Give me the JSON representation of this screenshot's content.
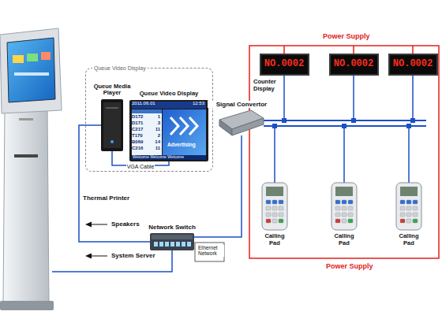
{
  "diagram": {
    "nodes": [
      {
        "text": [
          "Queue Video Display"
        ]
      },
      {
        "text": [
          "Queue Media Player"
        ],
        "in": 0
      },
      {
        "text": [
          "Queue Video Display"
        ],
        "in": 0
      },
      {
        "text": [
          "Network Switch"
        ]
      },
      {
        "text": [
          "Signal Convertor"
        ]
      },
      {
        "text": [
          "NO.0002"
        ]
      },
      {
        "text": [
          "NO.0002"
        ]
      },
      {
        "text": [
          "NO.0002"
        ]
      },
      {
        "text": [
          "Calling Pad"
        ]
      },
      {
        "text": [
          "Calling Pad"
        ]
      },
      {
        "text": [
          "Calling Pad"
        ]
      }
    ],
    "edges": [
      {
        "from": 1,
        "to": 2,
        "label": "VGA Cable",
        "arrow": "none"
      },
      {
        "from": 3,
        "to": 1,
        "arrow": "none"
      },
      {
        "from": 3,
        "to": 4,
        "arrow": "none"
      },
      {
        "from": 4,
        "to": 5,
        "arrow": "none"
      },
      {
        "from": 4,
        "to": 6,
        "arrow": "none"
      },
      {
        "from": 4,
        "to": 7,
        "arrow": "none"
      },
      {
        "from": 4,
        "to": 8,
        "arrow": "none"
      },
      {
        "from": 4,
        "to": 9,
        "arrow": "none"
      },
      {
        "from": 4,
        "to": 10,
        "arrow": "none"
      }
    ],
    "labels": [
      "Counter Display",
      "Power Supply",
      "Power Supply",
      "Thermal Printer",
      "Speakers",
      "System Server",
      "Ethernet Network",
      "2011.06.01",
      "12:53",
      "D172",
      "1",
      "D171",
      "3",
      "C217",
      "11",
      "T170",
      "2",
      "B069",
      "14",
      "C216",
      "11",
      "Advertising",
      "Welcome Welcome Welcome"
    ]
  }
}
